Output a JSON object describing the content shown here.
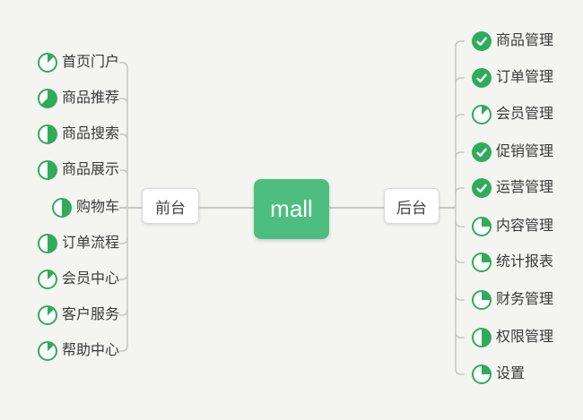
{
  "canvas": {
    "background": "#f4f4f1"
  },
  "root": {
    "label": "mall"
  },
  "branches": [
    {
      "side": "left",
      "label": "前台",
      "children": [
        {
          "label": "首页门户",
          "icon": "progress-pie",
          "progress": 0.125
        },
        {
          "label": "商品推荐",
          "icon": "progress-pie",
          "progress": 0.625
        },
        {
          "label": "商品搜索",
          "icon": "progress-pie",
          "progress": 0.5
        },
        {
          "label": "商品展示",
          "icon": "progress-pie",
          "progress": 0.5
        },
        {
          "label": "购物车",
          "icon": "progress-pie",
          "progress": 0.5
        },
        {
          "label": "订单流程",
          "icon": "progress-pie",
          "progress": 0.5
        },
        {
          "label": "会员中心",
          "icon": "progress-pie",
          "progress": 0.125
        },
        {
          "label": "客户服务",
          "icon": "progress-pie",
          "progress": 0.125
        },
        {
          "label": "帮助中心",
          "icon": "progress-pie",
          "progress": 0.125
        }
      ]
    },
    {
      "side": "right",
      "label": "后台",
      "children": [
        {
          "label": "商品管理",
          "icon": "check",
          "progress": 1
        },
        {
          "label": "订单管理",
          "icon": "check",
          "progress": 1
        },
        {
          "label": "会员管理",
          "icon": "progress-pie",
          "progress": 0.125
        },
        {
          "label": "促销管理",
          "icon": "check",
          "progress": 1
        },
        {
          "label": "运营管理",
          "icon": "check",
          "progress": 1
        },
        {
          "label": "内容管理",
          "icon": "progress-pie",
          "progress": 0.25
        },
        {
          "label": "统计报表",
          "icon": "progress-pie",
          "progress": 0.25
        },
        {
          "label": "财务管理",
          "icon": "progress-pie",
          "progress": 0.25
        },
        {
          "label": "权限管理",
          "icon": "progress-pie",
          "progress": 0.5
        },
        {
          "label": "设置",
          "icon": "progress-pie",
          "progress": 0.25
        }
      ]
    }
  ],
  "colors": {
    "accent_green": "#2EAC5C",
    "root_node_green": "#4DBE80",
    "connector_line": "#c6c6c4",
    "node_border": "#d9d9d6",
    "text": "#3a3a3a"
  }
}
